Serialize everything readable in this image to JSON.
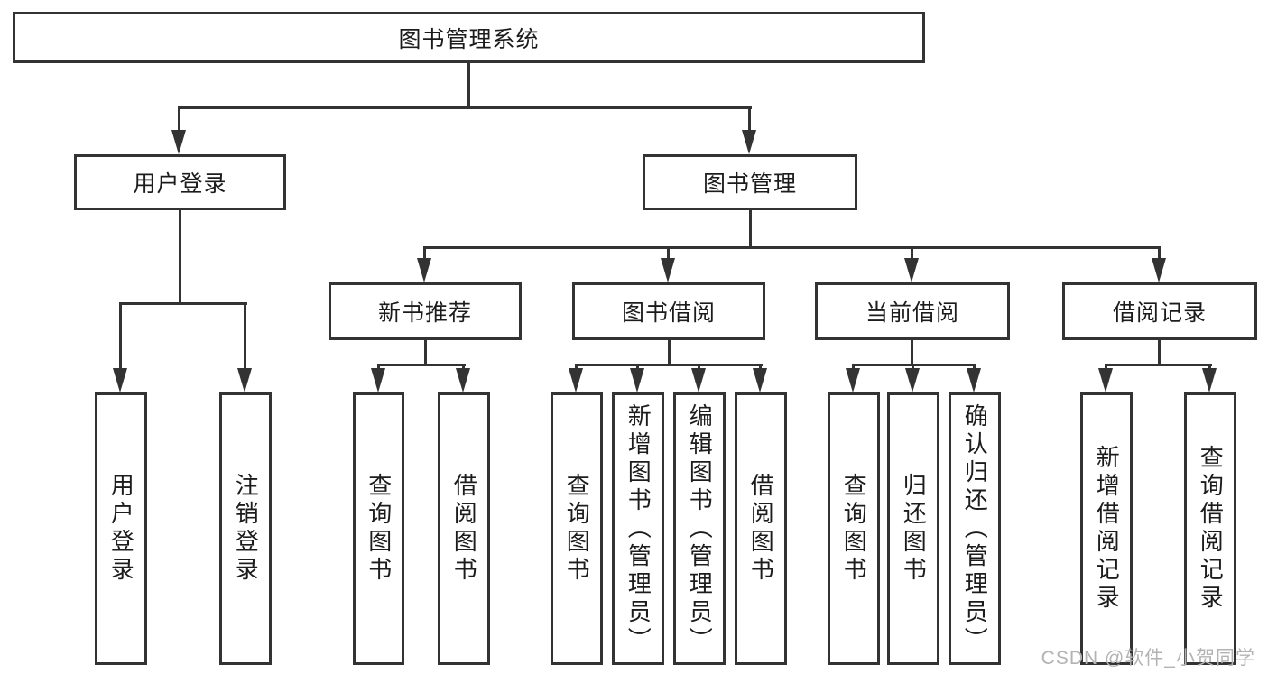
{
  "tree": {
    "label": "图书管理系统",
    "children": [
      {
        "label": "用户登录",
        "children": [
          {
            "label": "用户登录"
          },
          {
            "label": "注销登录"
          }
        ]
      },
      {
        "label": "图书管理",
        "children": [
          {
            "label": "新书推荐",
            "children": [
              {
                "label": "查询图书"
              },
              {
                "label": "借阅图书"
              }
            ]
          },
          {
            "label": "图书借阅",
            "children": [
              {
                "label": "查询图书"
              },
              {
                "label": "新增图书（管理员）"
              },
              {
                "label": "编辑图书（管理员）"
              },
              {
                "label": "借阅图书"
              }
            ]
          },
          {
            "label": "当前借阅",
            "children": [
              {
                "label": "查询图书"
              },
              {
                "label": "归还图书"
              },
              {
                "label": "确认归还（管理员）"
              }
            ]
          },
          {
            "label": "借阅记录",
            "children": [
              {
                "label": "新增借阅记录"
              },
              {
                "label": "查询借阅记录"
              }
            ]
          }
        ]
      }
    ]
  },
  "watermark": {
    "text": "CSDN @软件_小贺同学"
  },
  "colors": {
    "line": "#333333",
    "text": "#1c1c1c",
    "watermark": "#b3b3b3",
    "background": "#ffffff"
  }
}
